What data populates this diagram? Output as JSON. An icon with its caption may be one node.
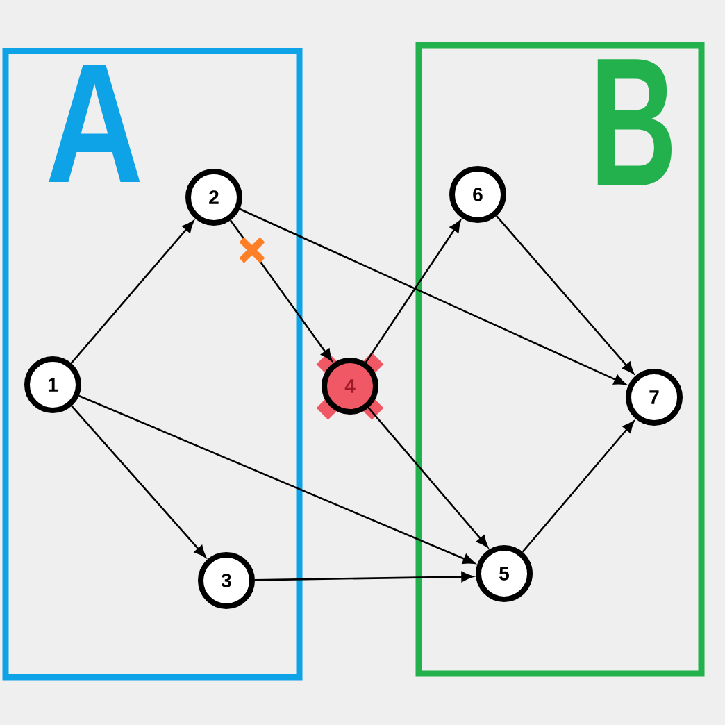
{
  "diagram": {
    "nodes": [
      {
        "text": [
          "A"
        ]
      },
      {
        "text": [
          "1"
        ],
        "in": 0
      },
      {
        "text": [
          "2"
        ],
        "in": 0
      },
      {
        "text": [
          "3"
        ],
        "in": 0
      },
      {
        "text": [
          "4"
        ]
      },
      {
        "text": [
          "B"
        ]
      },
      {
        "text": [
          "5"
        ],
        "in": 5
      },
      {
        "text": [
          "6"
        ],
        "in": 5
      },
      {
        "text": [
          "7"
        ],
        "in": 5
      }
    ],
    "edges": [
      {
        "from": 1,
        "to": 2,
        "arrow": "to"
      },
      {
        "from": 1,
        "to": 3,
        "arrow": "to"
      },
      {
        "from": 1,
        "to": 6,
        "arrow": "to"
      },
      {
        "from": 2,
        "to": 4,
        "arrow": "to"
      },
      {
        "from": 2,
        "to": 8,
        "arrow": "to"
      },
      {
        "from": 3,
        "to": 6,
        "arrow": "to"
      },
      {
        "from": 4,
        "to": 7,
        "arrow": "to"
      },
      {
        "from": 4,
        "to": 6,
        "arrow": "to"
      },
      {
        "from": 7,
        "to": 8,
        "arrow": "to"
      },
      {
        "from": 6,
        "to": 8,
        "arrow": "to"
      }
    ]
  }
}
